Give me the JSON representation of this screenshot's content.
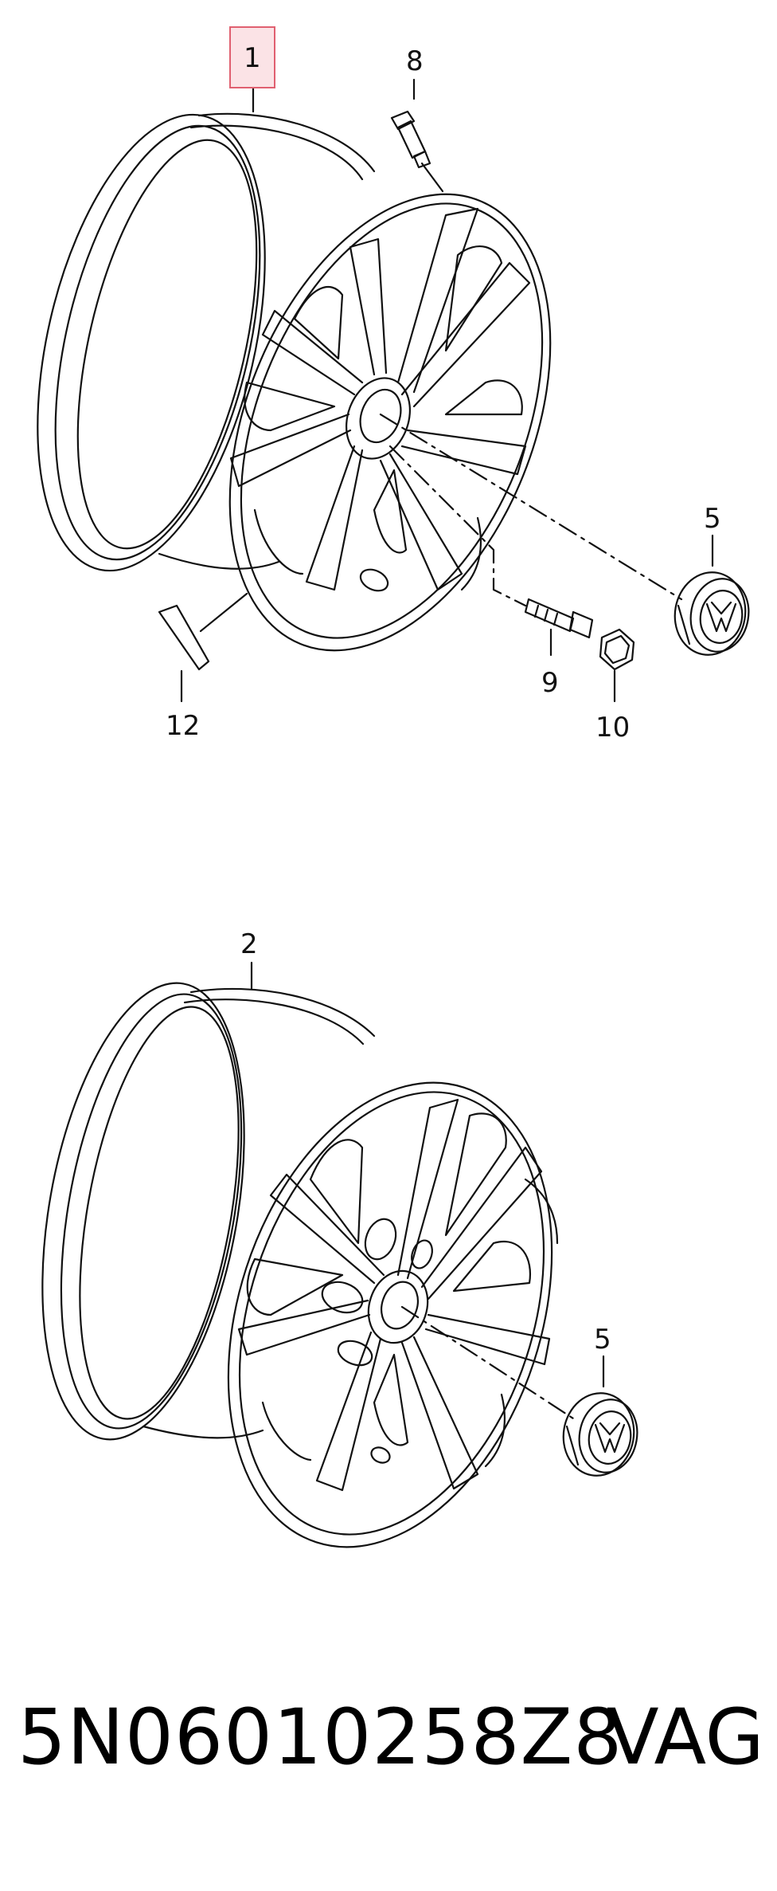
{
  "callouts": {
    "c1": "1",
    "c8": "8",
    "c5a": "5",
    "c9": "9",
    "c10": "10",
    "c12": "12",
    "c2": "2",
    "c5b": "5"
  },
  "footer": {
    "part_number": "5N06010258Z8",
    "brand": "VAG"
  },
  "colors": {
    "line": "#111111",
    "highlight_border": "#e06070",
    "highlight_fill": "#fbe3e6"
  },
  "icons": {
    "center_cap_emblem": "vw-logo-icon"
  }
}
